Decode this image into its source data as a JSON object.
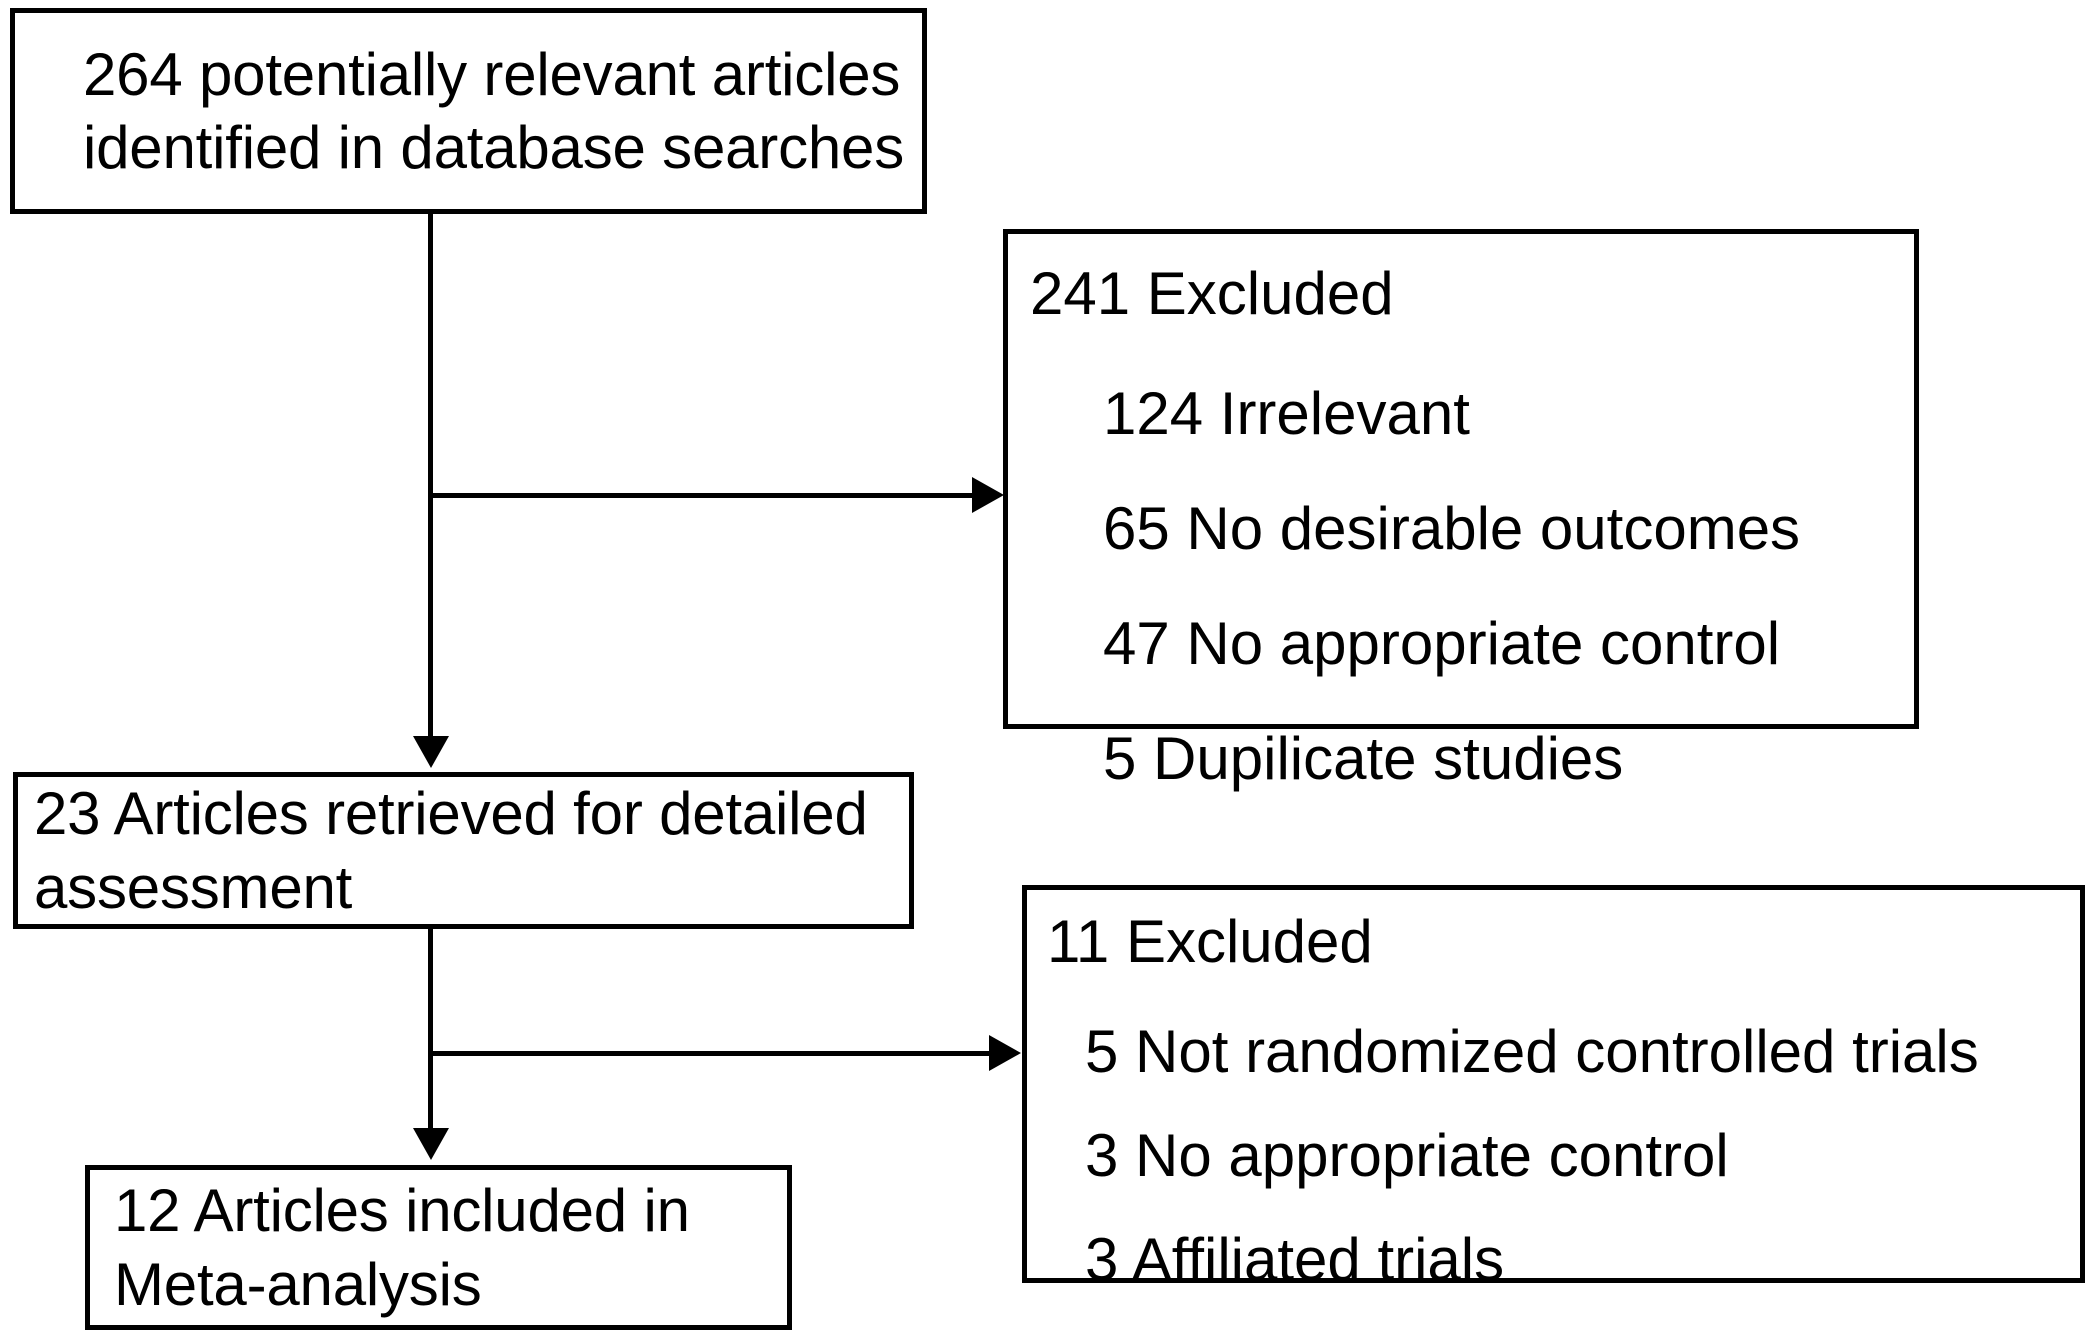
{
  "diagram": {
    "title": "Study selection flow diagram",
    "line_color": "#000000",
    "box_fill": "#ffffff",
    "nodes": {
      "identified": {
        "text": "264 potentially relevant articles\nidentified in database searches",
        "count": 264
      },
      "excluded_first_pass": {
        "heading": "241 Excluded",
        "count": 241,
        "reasons": [
          "124 Irrelevant",
          "65 No desirable outcomes",
          "47 No appropriate control",
          "5 Dupilicate studies"
        ]
      },
      "retrieved": {
        "text": "23 Articles retrieved for detailed\nassessment",
        "count": 23
      },
      "excluded_second_pass": {
        "heading": "11 Excluded",
        "count": 11,
        "reasons": [
          "5 Not randomized controlled trials",
          "3 No appropriate control",
          "3 Affiliated trials"
        ]
      },
      "included": {
        "text": "12 Articles included in\nMeta-analysis",
        "count": 12
      }
    },
    "connectors": [
      {
        "from": "identified",
        "to": "retrieved",
        "kind": "arrow-down"
      },
      {
        "from": "identified",
        "to": "excluded_first_pass",
        "kind": "arrow-right"
      },
      {
        "from": "retrieved",
        "to": "included",
        "kind": "arrow-down"
      },
      {
        "from": "retrieved",
        "to": "excluded_second_pass",
        "kind": "arrow-right"
      }
    ]
  }
}
